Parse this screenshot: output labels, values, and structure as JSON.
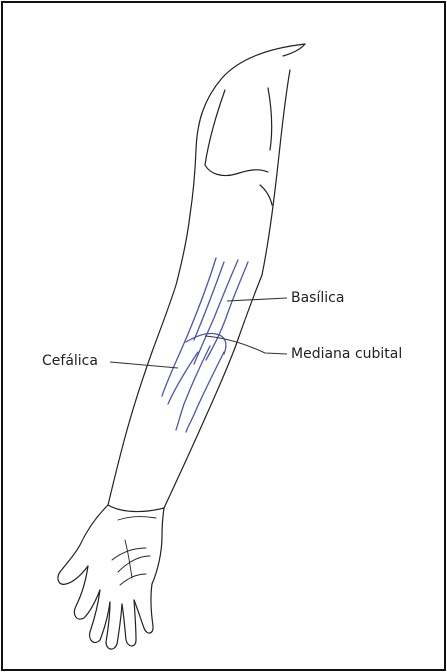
{
  "labels": {
    "basilica": "Basílica",
    "mediana_cubital": "Mediana cubital",
    "cefalica": "Cefálica"
  },
  "colors": {
    "frame": "#111111",
    "outline": "#222222",
    "vein": "#4a56b0",
    "leader": "#333333",
    "background": "#ffffff"
  }
}
